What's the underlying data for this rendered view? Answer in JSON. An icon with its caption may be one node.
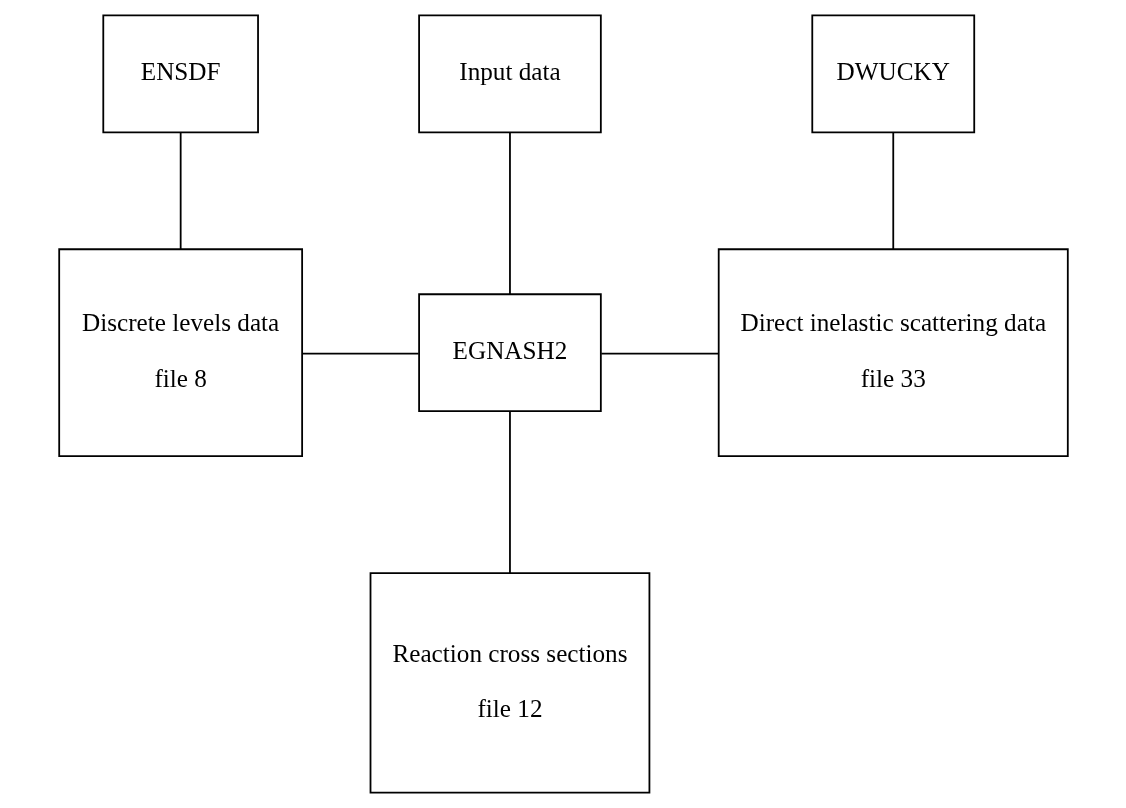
{
  "diagram": {
    "nodes": [
      {
        "text": [
          "ENSDF"
        ]
      },
      {
        "text": [
          "Input data"
        ]
      },
      {
        "text": [
          "DWUCKY"
        ]
      },
      {
        "text": [
          "Discrete levels data",
          "file 8"
        ]
      },
      {
        "text": [
          "EGNASH2"
        ]
      },
      {
        "text": [
          "Direct inelastic scattering data",
          "file 33"
        ]
      },
      {
        "text": [
          "Reaction cross sections",
          "file 12"
        ]
      }
    ],
    "edges": [
      {
        "from": 0,
        "to": 3,
        "arrow": "none"
      },
      {
        "from": 1,
        "to": 4,
        "arrow": "none"
      },
      {
        "from": 2,
        "to": 5,
        "arrow": "none"
      },
      {
        "from": 3,
        "to": 4,
        "arrow": "none"
      },
      {
        "from": 4,
        "to": 5,
        "arrow": "none"
      },
      {
        "from": 4,
        "to": 6,
        "arrow": "none"
      }
    ]
  }
}
